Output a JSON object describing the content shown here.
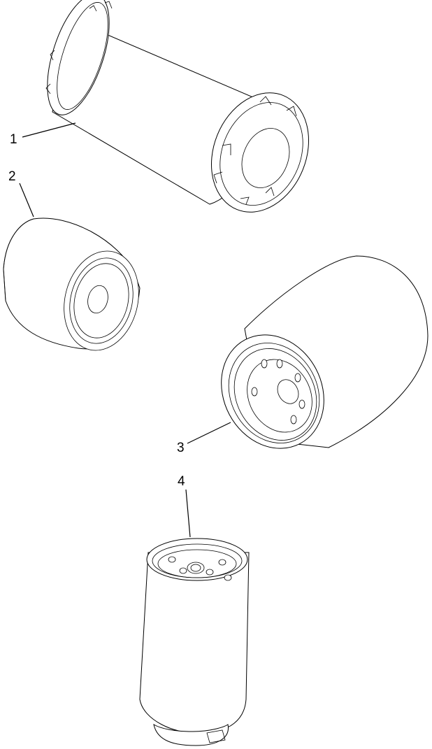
{
  "callouts": [
    {
      "id": "1",
      "text": "1"
    },
    {
      "id": "2",
      "text": "2"
    },
    {
      "id": "3",
      "text": "3"
    },
    {
      "id": "4",
      "text": "4"
    }
  ],
  "parts": [
    {
      "callout": "1",
      "icon": "air-filter-cartridge-icon"
    },
    {
      "callout": "2",
      "icon": "spin-on-oil-filter-small-icon"
    },
    {
      "callout": "3",
      "icon": "spin-on-filter-large-icon"
    },
    {
      "callout": "4",
      "icon": "fuel-water-separator-filter-icon"
    }
  ],
  "colors": {
    "line": "#000000",
    "background": "#ffffff"
  }
}
